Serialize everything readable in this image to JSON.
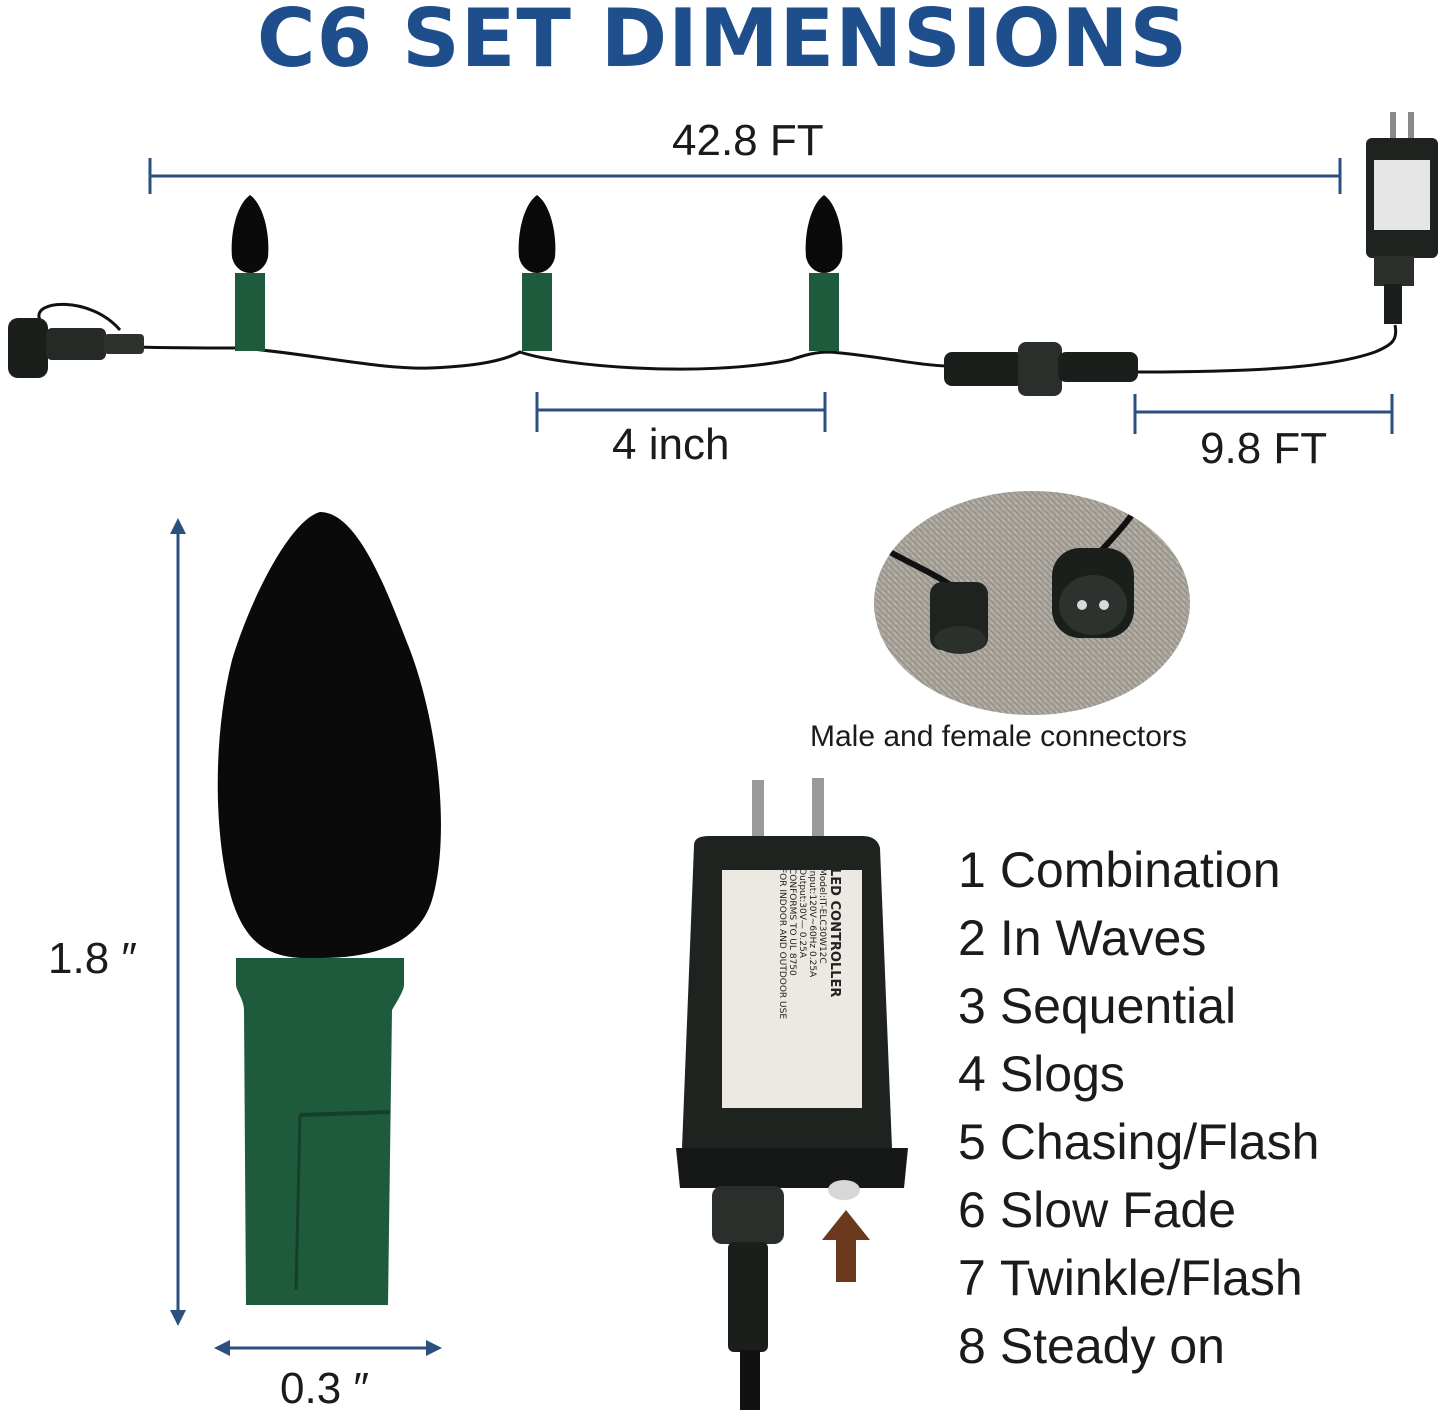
{
  "title": "C6 SET DIMENSIONS",
  "dimensions": {
    "total_length": "42.8 FT",
    "bulb_spacing": "4 inch",
    "lead_length": "9.8 FT",
    "bulb_height": "1.8 ″",
    "bulb_width": "0.3 ″"
  },
  "connectors_caption": "Male and female connectors",
  "controller_label": {
    "brand": "LED CONTROLLER",
    "lines": [
      "Model:IT-ELC30W12C",
      "Input:120V~60Hz 0.25A",
      "Output:30V— 0.25A",
      "CONFORMS TO UL 8750",
      "FOR INDOOR AND OUTDOOR USE"
    ]
  },
  "modes": [
    {
      "num": "1",
      "label": "Combination"
    },
    {
      "num": "2",
      "label": "In Waves"
    },
    {
      "num": "3",
      "label": "Sequential"
    },
    {
      "num": "4",
      "label": "Slogs"
    },
    {
      "num": "5",
      "label": "Chasing/Flash"
    },
    {
      "num": "6",
      "label": "Slow Fade"
    },
    {
      "num": "7",
      "label": "Twinkle/Flash"
    },
    {
      "num": "8",
      "label": "Steady on"
    }
  ],
  "colors": {
    "title": "#1f4e8c",
    "dimension_line": "#2b4f7e",
    "socket_green": "#1e5b3c",
    "bulb": "#0a0a0a",
    "arrow": "#6b3a1e"
  }
}
